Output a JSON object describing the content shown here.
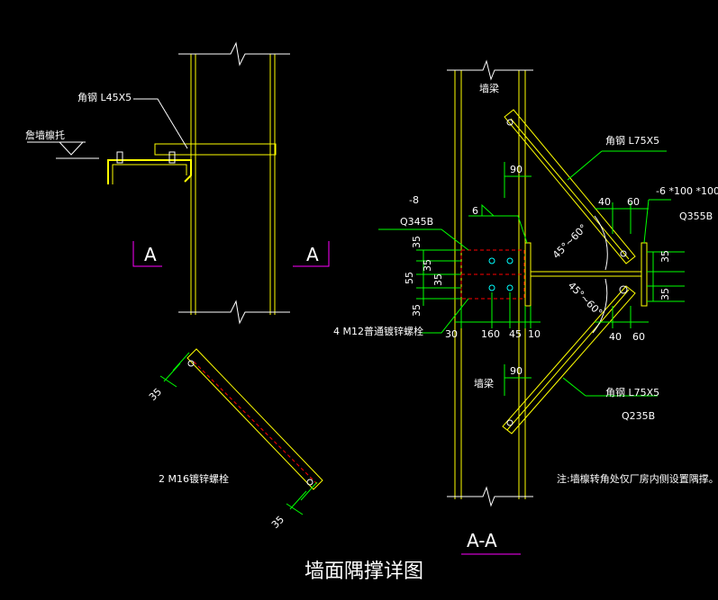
{
  "title": "墙面隅撑详图",
  "labels": {
    "angle_small": "角钢 L45X5",
    "purlin": "詹墙檩托",
    "section_left": "A",
    "section_right": "A",
    "bolt_note": "2 M16镀锌螺栓",
    "dim_35_a": "35",
    "dim_35_b": "35",
    "wall_beam_top": "墙梁",
    "wall_beam_bottom": "墙梁",
    "angle_top": "角钢 L75X5",
    "angle_bottom": "角钢 L75X5",
    "q235b": "Q235B",
    "plate_right": "-6 *100 *100",
    "q355b": "Q355B",
    "plate_left": "-8",
    "q345b": "Q345B",
    "weld": "6",
    "bolts_m12": "4 M12普通镀锌螺栓",
    "angle_top_deg": "45°~60°",
    "angle_bottom_deg": "45°~60°",
    "note": "注:墙檩转角处仅厂房内侧设置隅撑。",
    "section_aa": "A-A"
  },
  "dims": {
    "d90_top": "90",
    "d90_bottom": "90",
    "d40_top": "40",
    "d60_top": "60",
    "d40_bottom": "40",
    "d60_bottom": "60",
    "d35_r1": "35",
    "d35_r2": "35",
    "d35_l1": "35",
    "d55": "55",
    "d35_l2": "35",
    "d35_l3": "35",
    "d35_l4": "35",
    "d30": "30",
    "d160": "160",
    "d45": "45",
    "d10": "10"
  },
  "colors": {
    "background": "#000000",
    "steel": "#ffff00",
    "dimension": "#00ff00",
    "text": "#ffffff",
    "section_mark": "#ff00ff",
    "hidden": "#ff0000",
    "bolt": "#00ffff"
  }
}
